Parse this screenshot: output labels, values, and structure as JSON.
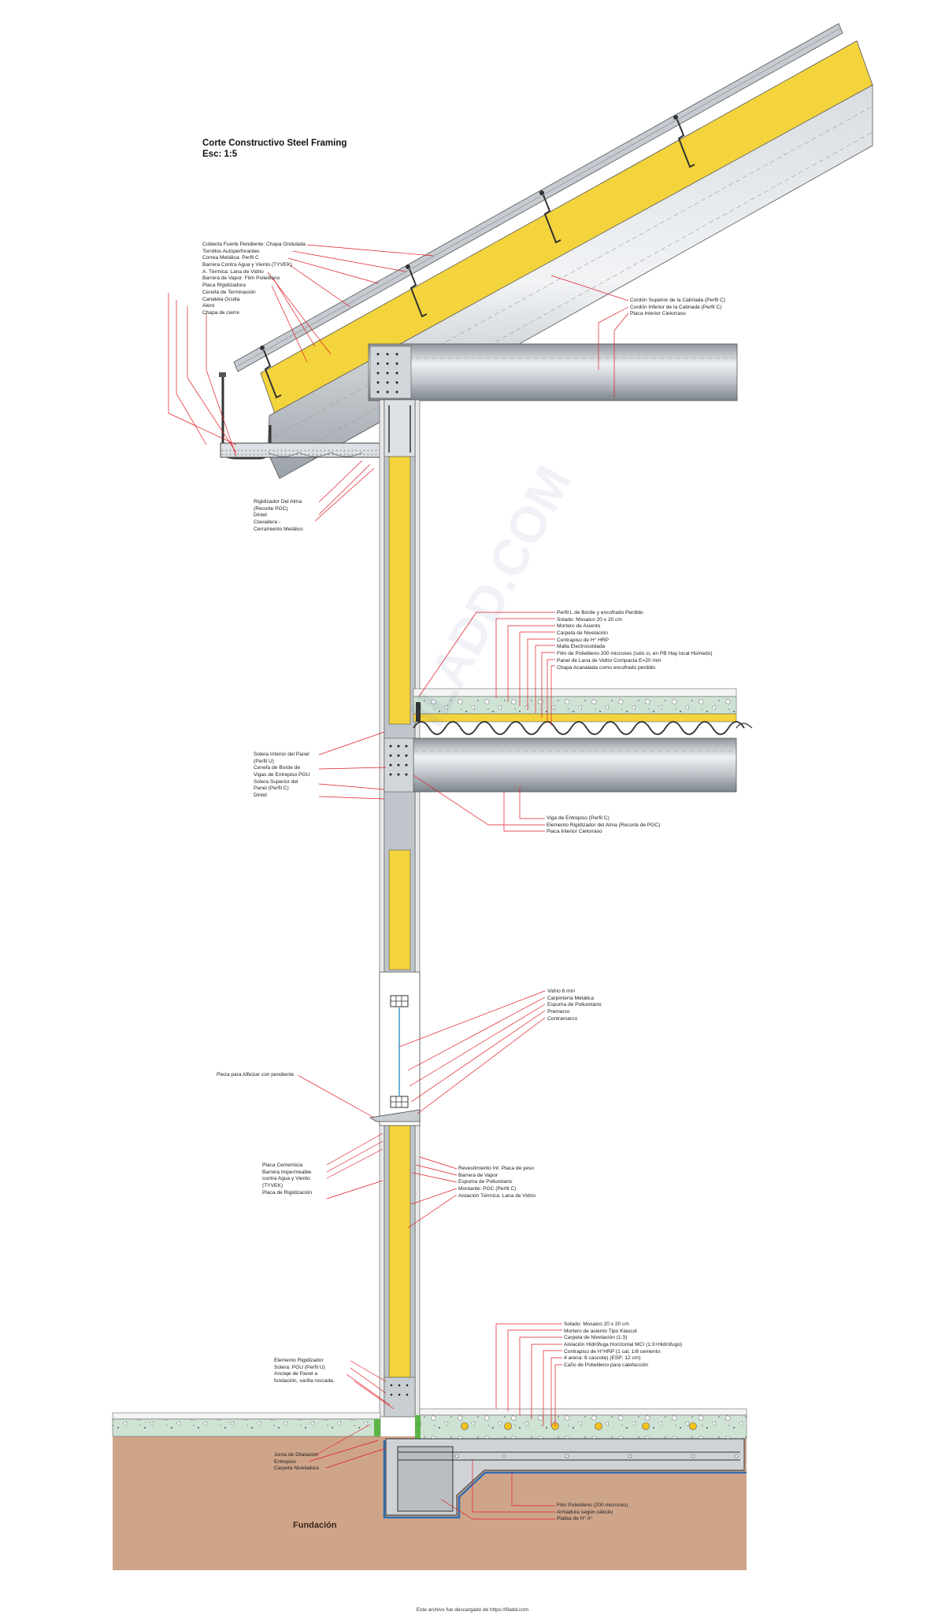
{
  "title": {
    "line1": "Corte Constructivo Steel Framing",
    "line2": "Esc: 1:5"
  },
  "watermark": "ILADD.COM",
  "foundation_label": "Fundación",
  "footer": "Este archivo fue descargado de https://filadd.com",
  "colors": {
    "insulation": "#f3d43c",
    "steel": "#c6ccd2",
    "concrete": "#cfe3d4",
    "soil": "#cfa58a",
    "leader": "#e21b24",
    "drain_pipe": "#2e6fb5"
  },
  "groups": {
    "roof_left": [
      "Cubierta Fuerte Pendiente: Chapa Ondulada",
      "Tornillos Autoperforantes",
      "Correa Metálica: Perfil C",
      "Barrera Contra Agua y Viento (TYVEK)",
      "A. Térmica: Lana de Vidrio",
      "Barrera de Vapor: Film Polietileno",
      "Placa Rigidizadora",
      "Cenefa de Terminación",
      "Canaleta Oculta",
      "Alero",
      "Chapa de cierre"
    ],
    "roof_right": [
      "Cordón Superior de la Cabriada (Perfil C)",
      "Cordón Inferior de la Cabriada (Perfil C)",
      "Placa Interior Cielorraso"
    ],
    "eave_bottom": [
      "Rigidizador Del Alma",
      "(Recorte PGC)",
      "Dintel",
      "Clavadera -",
      "Cerramiento Metálico"
    ],
    "floor_top": [
      "Perfil L de Borde y encofrado Perdido",
      "Solado: Mosaico 20 x 20 cm",
      "Mortero de Asiento",
      "Carpeta de Nivelación",
      "Contrapiso de H° HRP",
      "Malla Electrosoldada",
      "Film de Polietileno 200 micrones (solo si, en PB Hay local Húmedo)",
      "Panel de Lana de Vidrio Compacta E=20 mm",
      "Chapa Acanalada como encofrado perdido"
    ],
    "floor_left": [
      "Solera Inferior del Panel",
      "(Perfil U)",
      "Cenefa de Borde de",
      "Vigas de Entrepiso PGU",
      "Solera Superior del",
      "Panel (Perfil C)",
      "Dintel"
    ],
    "floor_bottom": [
      "Viga de Entrepiso (Perfil C)",
      "Elemento Rigidizador del Alma (Recorte de PGC)",
      "Placa Interior Cielorraso"
    ],
    "window_right": [
      "Vidrio 6 mm",
      "Carpintería Metálica",
      "Espuma de Poliuretano",
      "Premarco",
      "Contramarco"
    ],
    "window_left": [
      "Pieza para Alfeizar con pendiente"
    ],
    "wall_left": [
      "Placa Cementicia",
      "Barrera Impermeable",
      "contra Agua y Viento",
      "(TYVEK)",
      "Placa de Rigidización"
    ],
    "wall_right": [
      "Revestimiento Int: Placa de yeso",
      "Barrera de Vapor",
      "Espuma de Poliuretano",
      "Montante: PGC (Perfil C)",
      "Aislación Térmica: Lana de Vidrio"
    ],
    "slab_top": [
      "Solado: Mosaico 20 x 20 cm",
      "Mortero de asiento Tipo Klaucol",
      "Carpeta de Nivelación (1:3)",
      "Aislación Hidrófuga Horizontal MCI (1:3+Hidrófugo)",
      "Contrapiso de H°HRP (1 cal, 1/8 cemento:",
      "4 arena: 8 cascote) (ESP: 12 cm)",
      "Caño de Polietileno para calefacción"
    ],
    "base_left": [
      "Elemento Rigidizador",
      "Solera: PGU (Perfil U)",
      "Anclaje de Panel a",
      "fundación, varilla roscada."
    ],
    "base_bottom_left": [
      "Junta de Dilatación",
      "Entrepiso",
      "Carpeta Niveladora"
    ],
    "base_bottom_right": [
      "Film Polietileno (200 micrones)",
      "Armadura según cálculo",
      "Platea de H° A°"
    ]
  }
}
